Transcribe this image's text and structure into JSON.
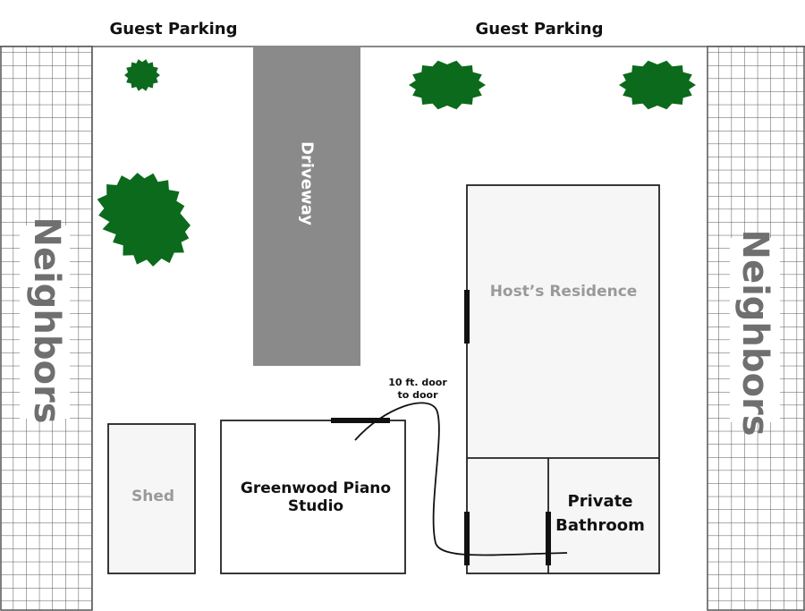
{
  "labels": {
    "guest_parking_left": "Guest Parking",
    "guest_parking_right": "Guest Parking",
    "neighbors_left": "Neighbors",
    "neighbors_right": "Neighbors",
    "driveway": "Driveway",
    "residence": "Host’s Residence",
    "shed": "Shed",
    "studio_line1": "Greenwood Piano",
    "studio_line2": "Studio",
    "bathroom_line1": "Private",
    "bathroom_line2": "Bathroom",
    "distance_line1": "10 ft. door",
    "distance_line2": "to door"
  },
  "colors": {
    "tree": "#0b6a1c",
    "driveway": "#8a8a8a",
    "neighbors_grid": "#555555",
    "neighbors_label": "#6f6f6f",
    "faded_label": "#9a9a9a",
    "outline": "#222222",
    "door": "#111111",
    "room_fill": "#f6f6f6"
  }
}
